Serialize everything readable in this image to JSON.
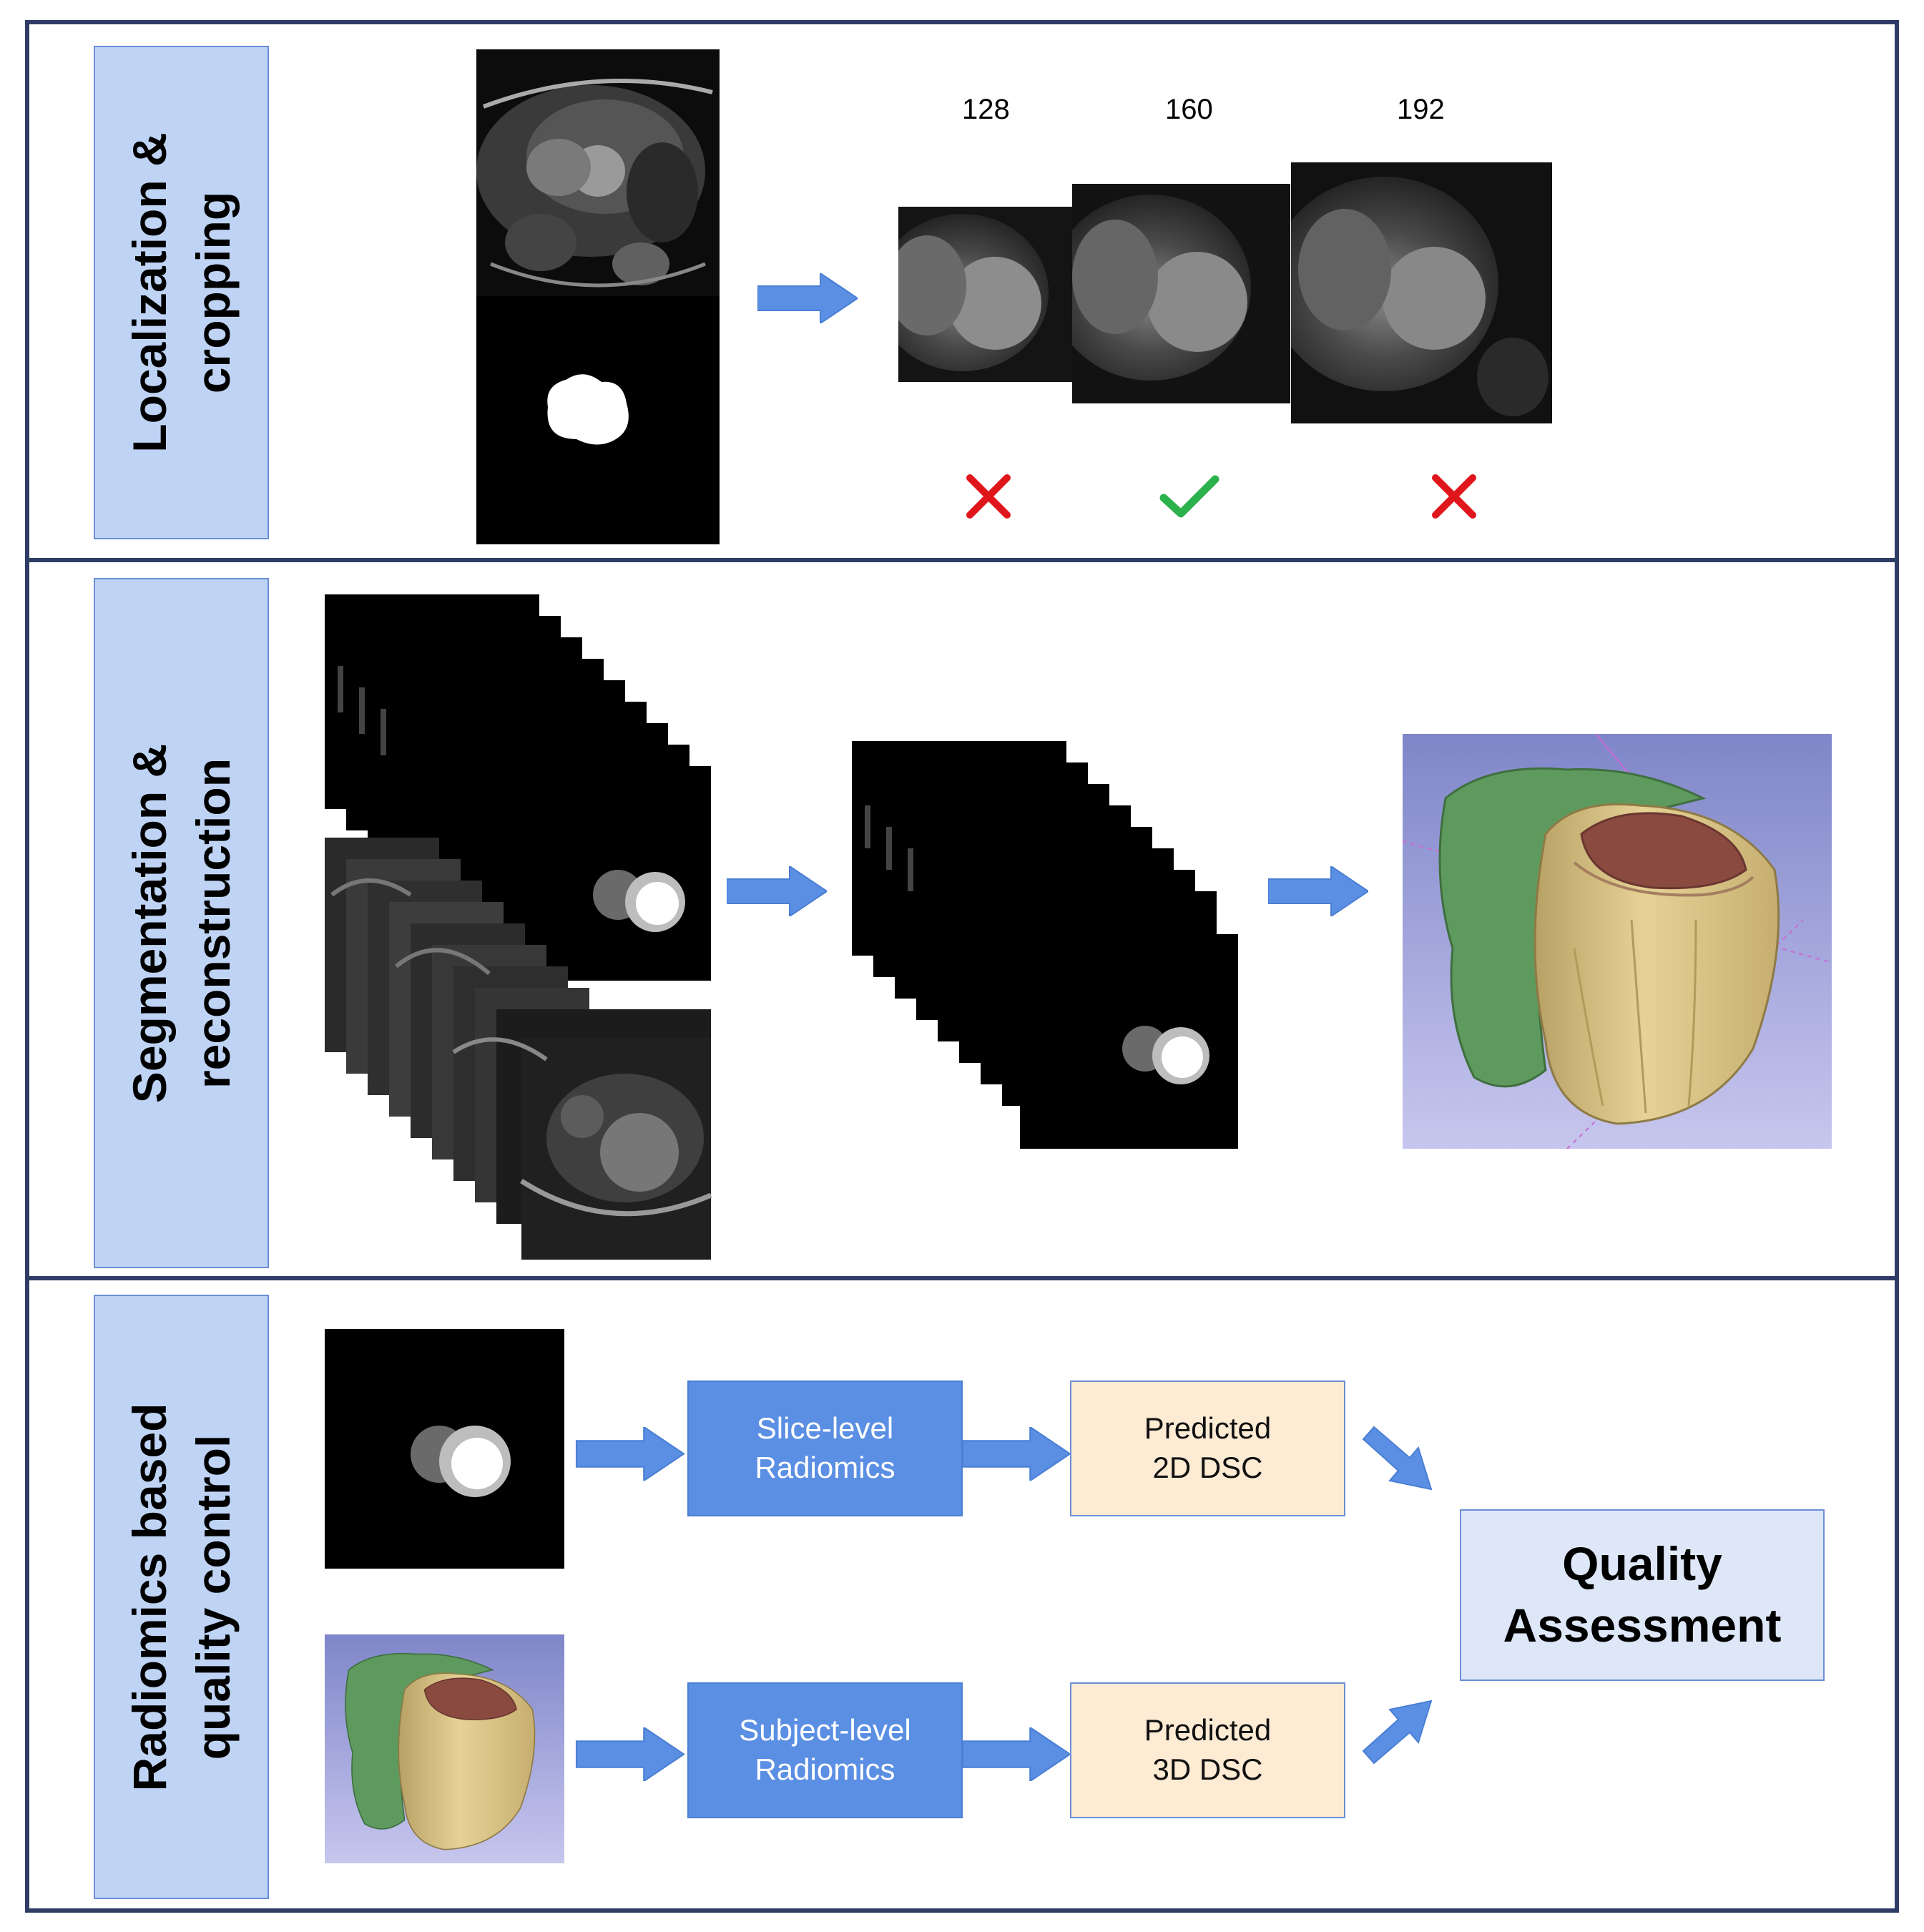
{
  "panels": {
    "localization": {
      "label_line1": "Localization &",
      "label_line2": "cropping",
      "crop_sizes": [
        "128",
        "160",
        "192"
      ],
      "crop_results": [
        "cross-icon",
        "check-icon",
        "cross-icon"
      ]
    },
    "segmentation": {
      "label_line1": "Segmentation &",
      "label_line2": "reconstruction"
    },
    "quality": {
      "label_line1": "Radiomics based",
      "label_line2": "quality control",
      "slice_box_line1": "Slice-level",
      "slice_box_line2": "Radiomics",
      "subject_box_line1": "Subject-level",
      "subject_box_line2": "Radiomics",
      "pred2d_line1": "Predicted",
      "pred2d_line2": "2D DSC",
      "pred3d_line1": "Predicted",
      "pred3d_line2": "3D DSC",
      "qa_line1": "Quality",
      "qa_line2": "Assessment"
    }
  },
  "colors": {
    "panel_border": "#2f3d66",
    "label_fill": "#bfd4f5",
    "arrow": "#5b8fe3",
    "radiomics_box": "#5b8fe3",
    "prediction_box": "#fdebd4",
    "qa_box": "#dde7f8",
    "cross": "#e0161d",
    "check": "#2bb24c",
    "myocardium": "#d9c383",
    "cavity": "#8b4a40",
    "right_ventricle": "#5e9a5e"
  }
}
